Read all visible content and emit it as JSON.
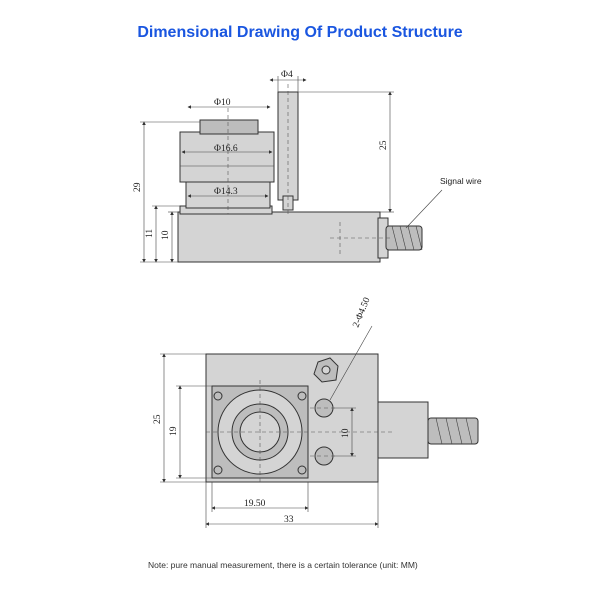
{
  "title": "Dimensional Drawing Of Product Structure",
  "note": "Note: pure manual measurement, there is a certain tolerance (unit: MM)",
  "side_view": {
    "dim_phi4": "Φ4",
    "dim_phi10": "Φ10",
    "dim_phi16_6": "Φ16.6",
    "dim_phi14_3": "Φ14.3",
    "dim_25": "25",
    "dim_29": "29",
    "dim_11": "11",
    "dim_10": "10",
    "signal_wire": "Signal wire"
  },
  "top_view": {
    "dim_hole": "2-Φ4.50",
    "dim_25": "25",
    "dim_19": "19",
    "dim_10": "10",
    "dim_19_50": "19.50",
    "dim_33": "33"
  }
}
